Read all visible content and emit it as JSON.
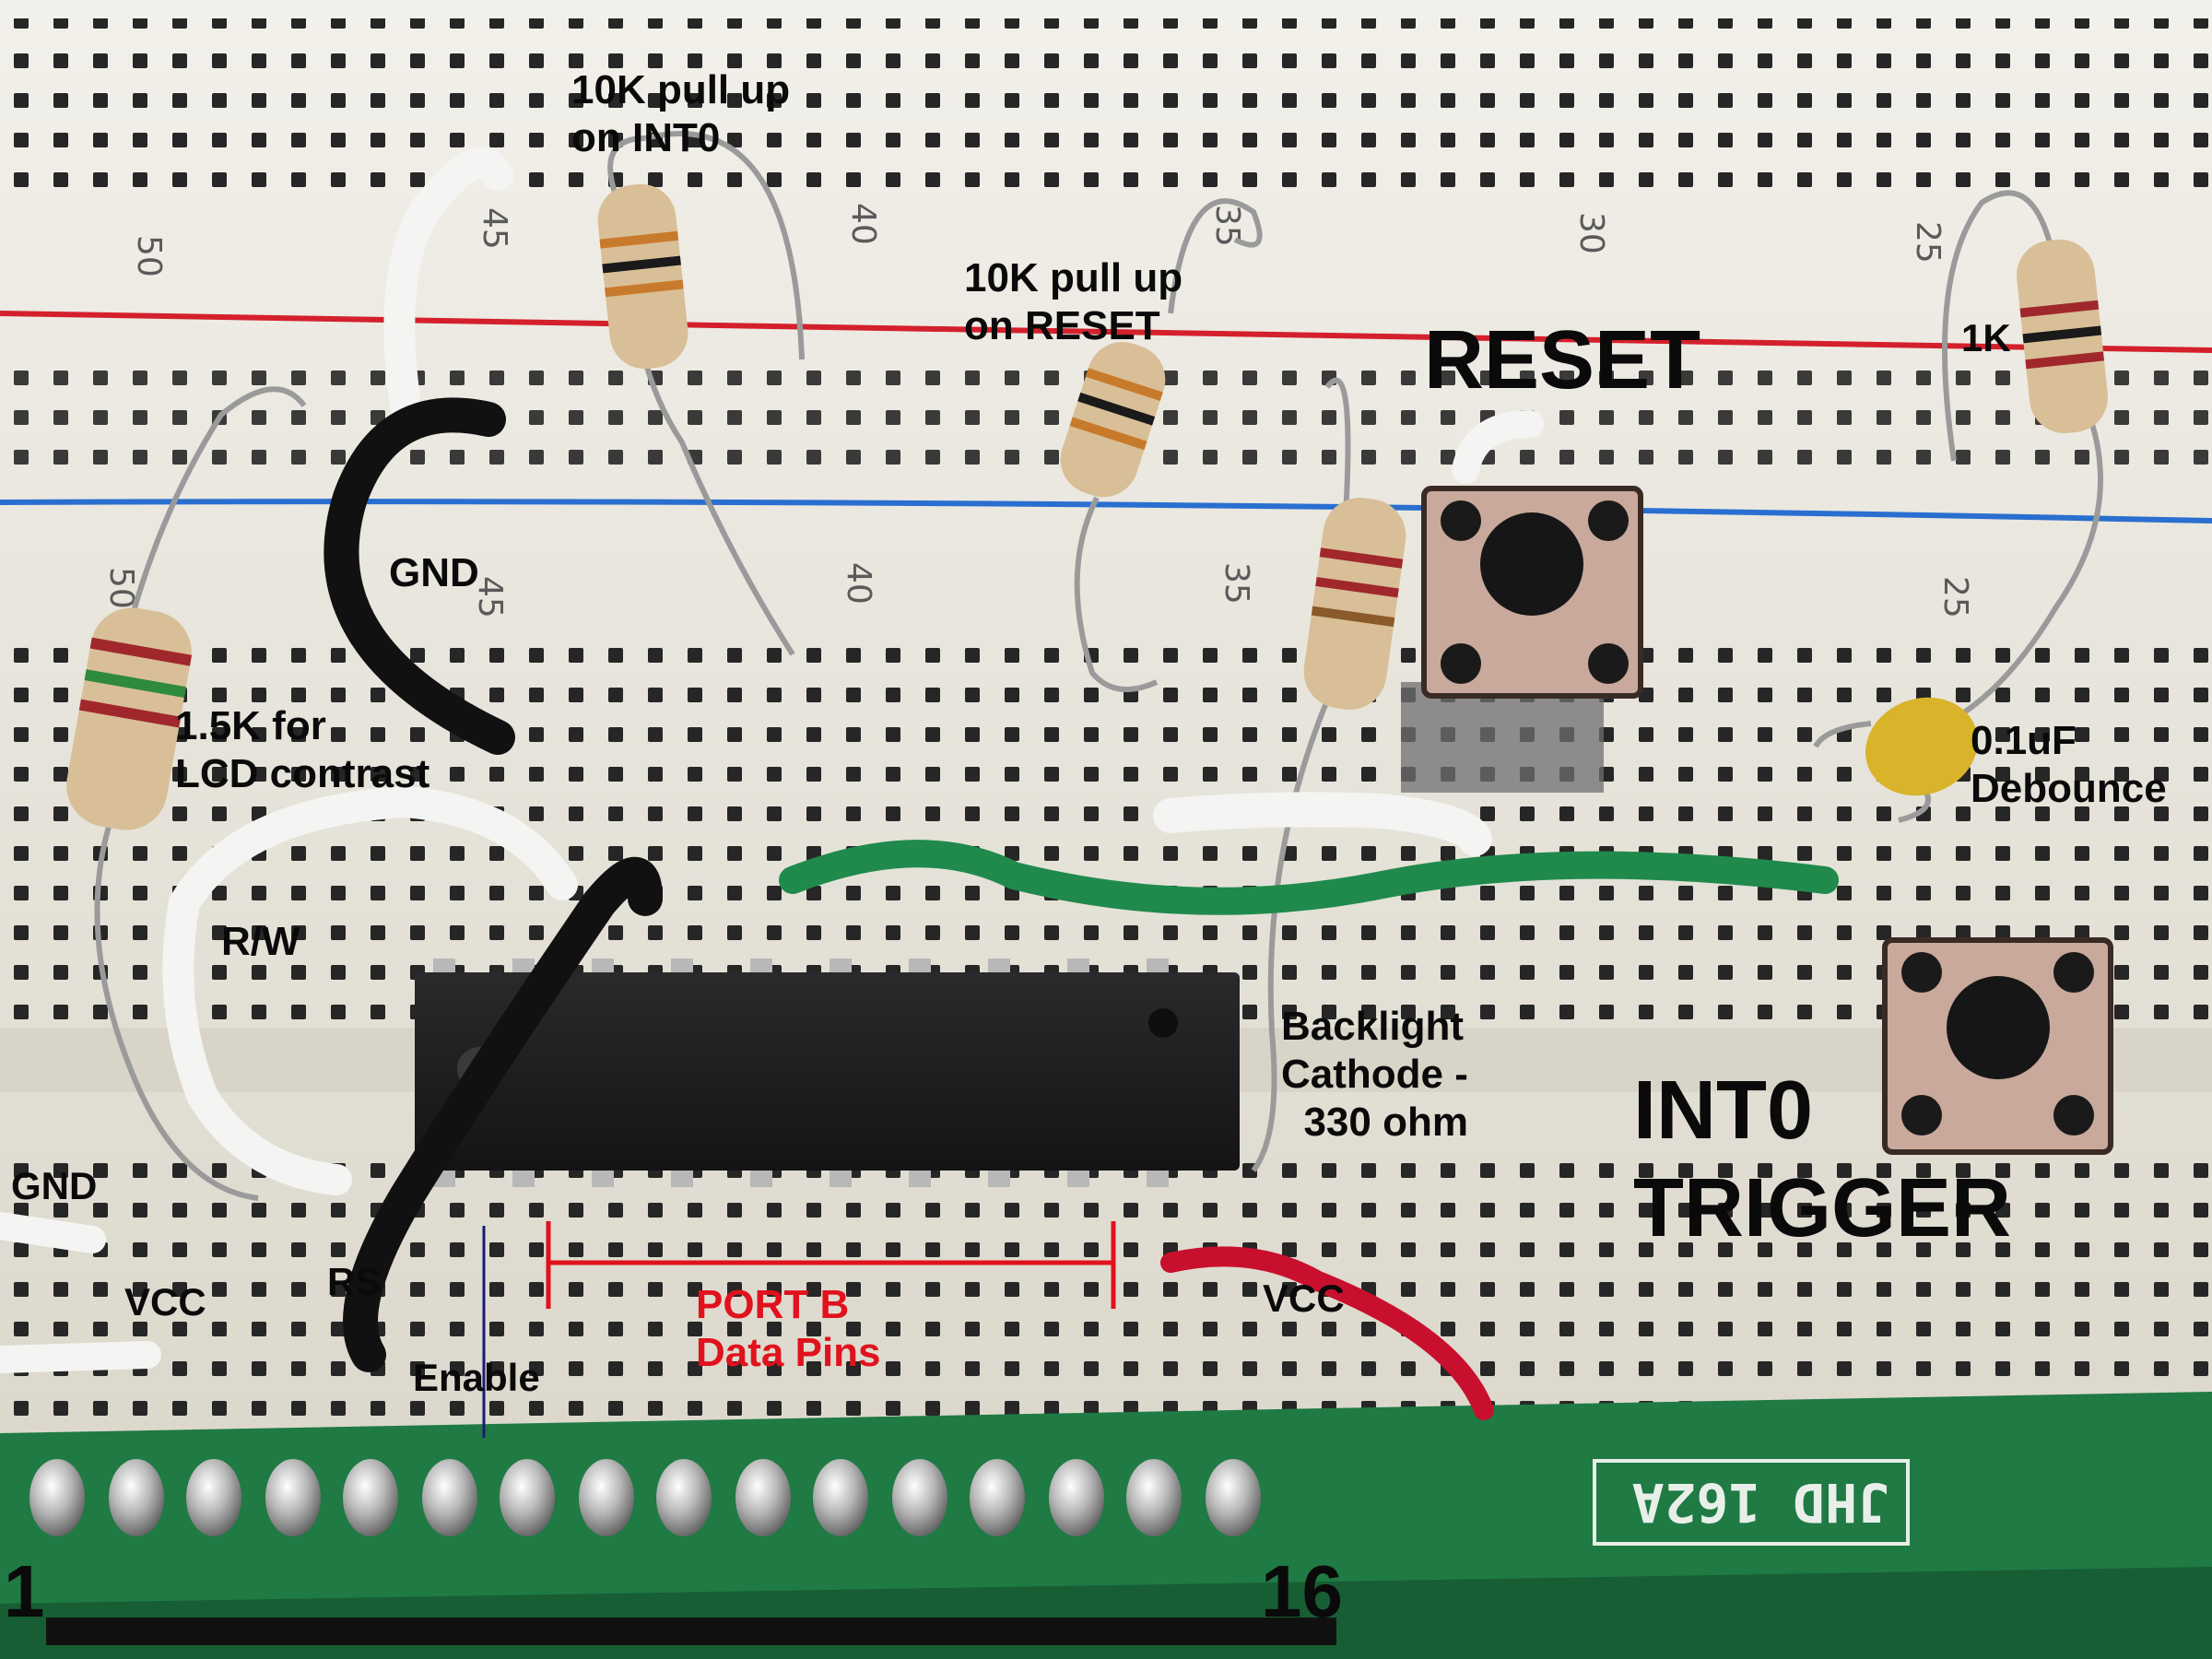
{
  "photo": {
    "subject": "breadboard with ATtiny microcontroller and JHD 162A LCD wiring",
    "colors": {
      "board": "#e9e6dc",
      "hole": "#262626",
      "rail_red": "#d4202c",
      "rail_blue": "#2a6fd0",
      "pcb": "#1f7a44",
      "chip": "#1d1d1f",
      "wire_black": "#111111",
      "wire_white": "#f4f4f2",
      "wire_green": "#1f8a4c",
      "wire_red": "#c8102e",
      "button_base": "#c9a99b",
      "capacitor": "#d9b32a",
      "annotation_red": "#e0121d"
    }
  },
  "board_numbers": {
    "top_row": [
      "50",
      "45",
      "40",
      "35",
      "30",
      "25"
    ],
    "middle_row": [
      "50",
      "45",
      "40",
      "35",
      "25"
    ]
  },
  "pcb": {
    "marking": "JHD 162A",
    "pin_first": "1",
    "pin_last": "16"
  },
  "labels": {
    "pullup_int0": "10K pull up\non INT0",
    "pullup_reset": "10K pull up\non RESET",
    "reset": "RESET",
    "one_k": "1K",
    "gnd_top": "GND",
    "contrast": "1.5K for\nLCD contrast",
    "debounce": "0.1uF\nDebounce",
    "rw": "R/W",
    "backlight": "Backlight\nCathode -\n  330 ohm",
    "int0_trigger": "INT0\nTRIGGER",
    "gnd_left": "GND",
    "vcc_left": "VCC",
    "rs": "RS",
    "enable": "Enable",
    "port_b": "PORT B\nData Pins",
    "vcc_right": "VCC"
  }
}
